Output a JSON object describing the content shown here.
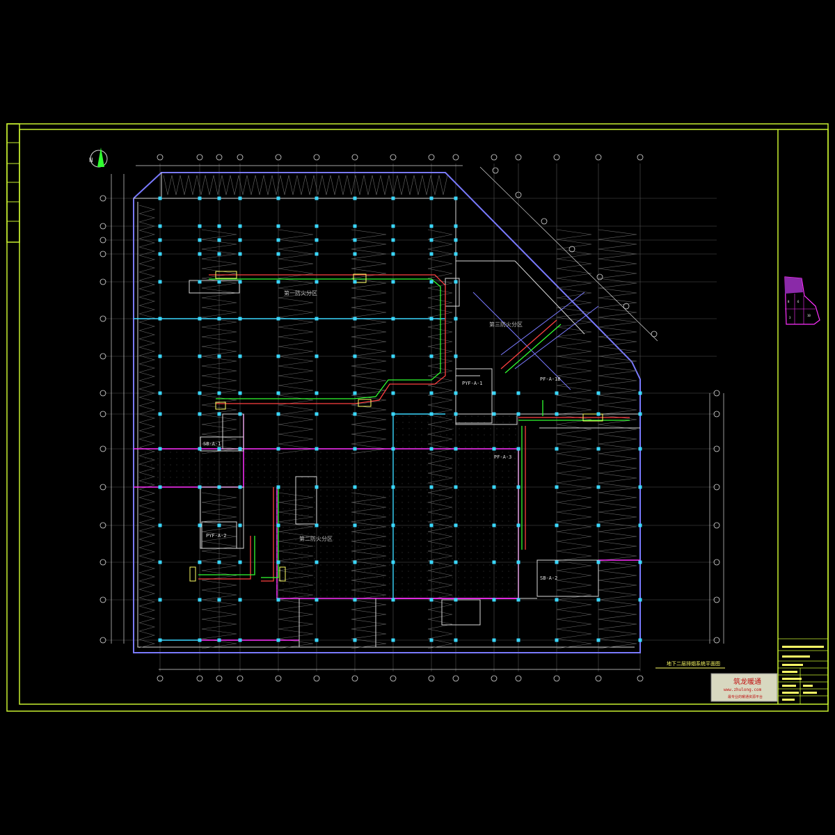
{
  "drawing": {
    "north_label": "N",
    "zone_labels": {
      "zone_1": "第一防火分区",
      "zone_2": "第二防火分区",
      "zone_3": "第三防火分区"
    },
    "equipment_labels": {
      "pyf_a_1": "PYF-A-1",
      "pyf_a_2": "PYF-A-2",
      "pf_a_1b": "PF-A-1B",
      "pf_a_3": "PF-A-3",
      "sb_a_1": "SB-A-1",
      "sb_a_2": "SB-A-2"
    },
    "caption": "地下二层排烟系统平面图"
  },
  "watermark": {
    "title": "筑龙暖通",
    "url": "www.zhulong.com",
    "tagline": "最专业的暖通资源平台"
  },
  "colors": {
    "frame": "#c8f030",
    "column": "#3ad8ff",
    "wall": "#d9d9d9",
    "zone_line": "#ff30ff",
    "duct_green": "#30ff30",
    "duct_red": "#ff4040",
    "outline": "#7a7aff",
    "grid": "#8a8a8a"
  }
}
